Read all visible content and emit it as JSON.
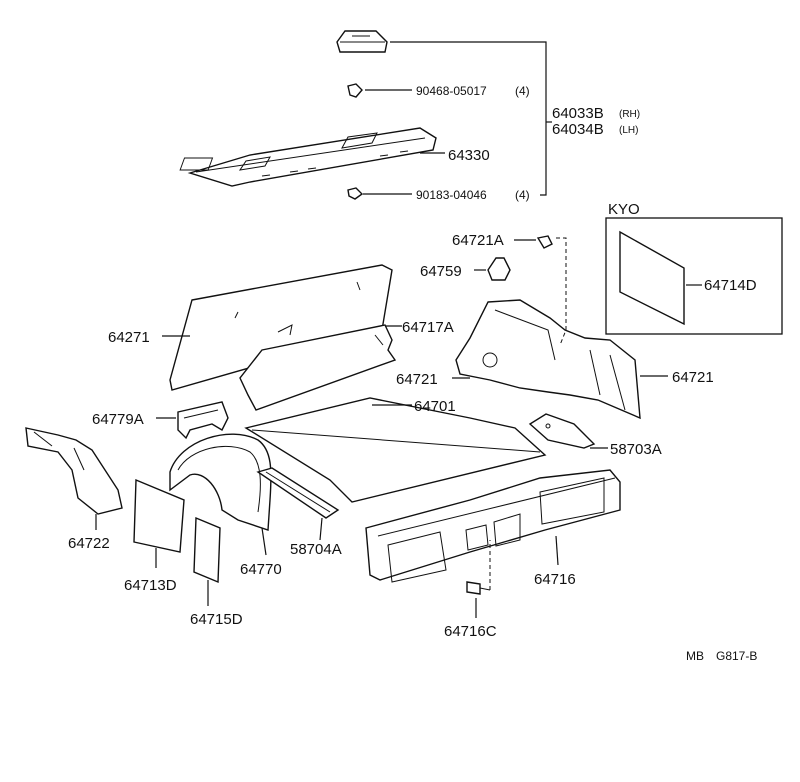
{
  "parts": {
    "p64033B": "64033B",
    "p64033B_side": "(RH)",
    "p64034B": "64034B",
    "p64034B_side": "(LH)",
    "p90468": "90468-05017",
    "p90468_qty": "(4)",
    "p90183": "90183-04046",
    "p90183_qty": "(4)",
    "p64330": "64330",
    "p64721A": "64721A",
    "p64759": "64759",
    "p64271": "64271",
    "p64717A": "64717A",
    "p64721_left": "64721",
    "p64721_right": "64721",
    "p64701": "64701",
    "p64779A": "64779A",
    "p58703A": "58703A",
    "p64722": "64722",
    "p64713D": "64713D",
    "p64770": "64770",
    "p58704A": "58704A",
    "p64716": "64716",
    "p64715D": "64715D",
    "p64716C": "64716C",
    "p64714D": "64714D"
  },
  "inset": {
    "title": "KYO"
  },
  "footer": {
    "code_left": "MB",
    "code_right": "G817-B"
  }
}
